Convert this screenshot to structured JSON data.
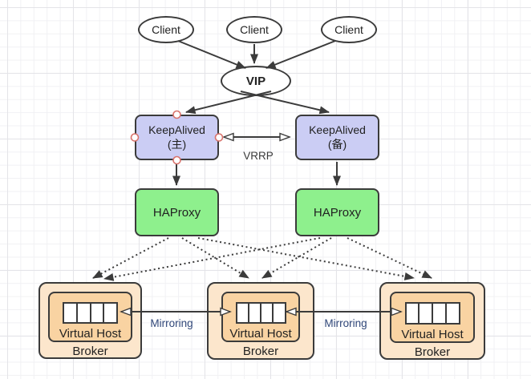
{
  "diagram": {
    "clients": [
      {
        "label": "Client"
      },
      {
        "label": "Client"
      },
      {
        "label": "Client"
      }
    ],
    "vip": {
      "label": "VIP"
    },
    "keepalived_master": {
      "name": "KeepAlived",
      "role": "(主)"
    },
    "keepalived_backup": {
      "name": "KeepAlived",
      "role": "(备)"
    },
    "haproxy_left": {
      "label": "HAProxy"
    },
    "haproxy_right": {
      "label": "HAProxy"
    },
    "brokers": [
      {
        "virtual_host_label": "Virtual Host",
        "broker_label": "Broker",
        "queue_cells": 4
      },
      {
        "virtual_host_label": "Virtual Host",
        "broker_label": "Broker",
        "queue_cells": 4
      },
      {
        "virtual_host_label": "Virtual Host",
        "broker_label": "Broker",
        "queue_cells": 4
      }
    ],
    "edge_labels": {
      "vrrp": "VRRP",
      "mirroring_left": "Mirroring",
      "mirroring_right": "Mirroring"
    },
    "icons": {
      "queue": "queue-icon",
      "handles": "connection-handle"
    },
    "colors": {
      "edge_color": "#3b3b3b",
      "node_border": "#3b3b3b",
      "keepalived_fill": "#cbcdf4",
      "haproxy_fill": "#8ef08d",
      "broker_fill": "#fce6cc",
      "virtual_host_fill": "#f9d3a2",
      "queue_fill": "#ffffff",
      "handle_stroke": "#d9736c",
      "vrrp_text": "#3a3a3a",
      "mirroring_text": "#31487a",
      "grid_minor": "#f1f1f4",
      "grid_major": "#e4e4e8"
    }
  }
}
